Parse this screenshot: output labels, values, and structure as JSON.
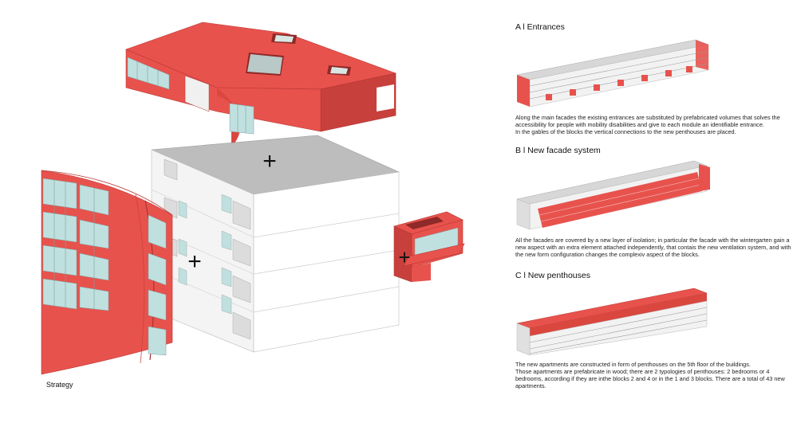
{
  "strategy": {
    "label": "Strategy",
    "plus_sign": "+"
  },
  "sections": [
    {
      "heading": "A l Entrances",
      "paragraphs": [
        "Along the main facades the existing entrances are substituted by prefabricated volumes that solves the accessibility for people with mobility disabilities and give to each module an identifiable entrance.",
        "In the gables of the blocks the vertical connections to the new penthouses are placed."
      ]
    },
    {
      "heading": "B l New facade system",
      "paragraphs": [
        "All the facades are covered by a new layer of isolation; in particular the facade with the wintergarten gain a new aspect with an extra element attached independently, that contais the new ventilation system, and with the new form configuration changes the complexiv aspect of the blocks."
      ]
    },
    {
      "heading": "C l New penthouses",
      "paragraphs": [
        "The new apartments are constructed in form of penthouses on the 5th floor of the buildings.",
        "Those apartments are prefabricate in wood; there are 2 typologies of penthouses: 2 bedrooms or 4 bedrooms, according if they are inthe blocks 2 and 4 or in the 1 and 3 blocks. There are a total of 43 new apartments."
      ]
    }
  ],
  "colors": {
    "accent_red": "#e8524d",
    "dark_red": "#c43a36",
    "grey_roof": "#bdbdbd",
    "white_wall": "#f4f4f4",
    "glass": "#bfe0df"
  }
}
